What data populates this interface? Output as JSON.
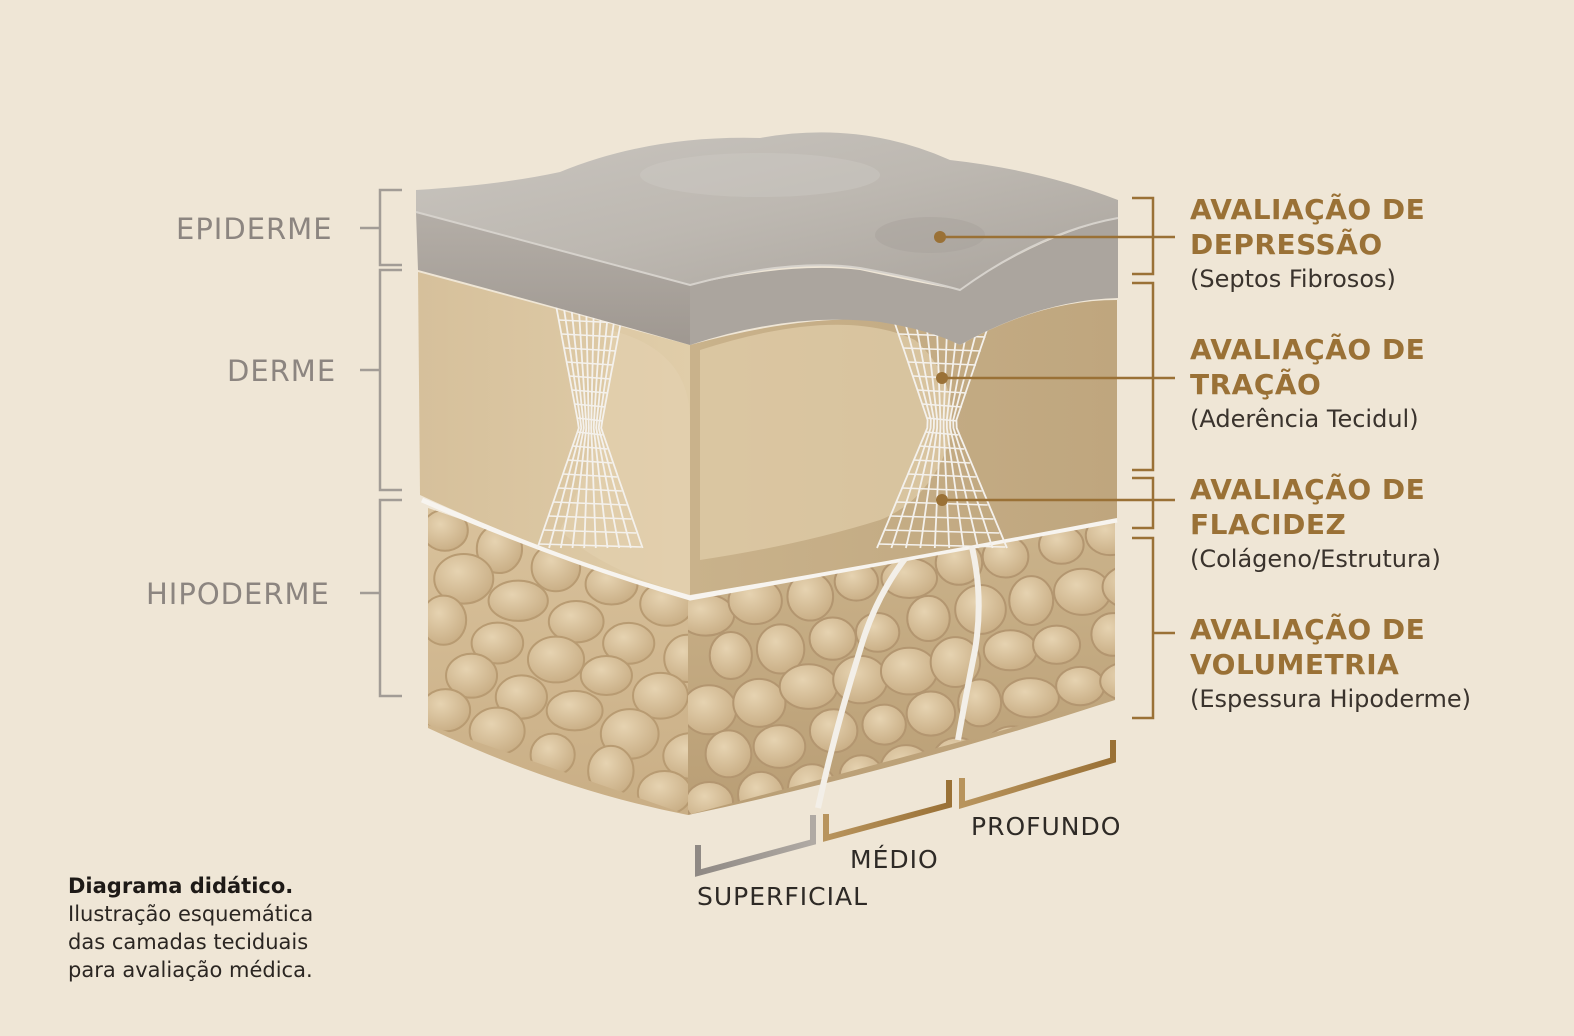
{
  "layers": {
    "epiderme": "EPIDERME",
    "derme": "DERME",
    "hipoderme": "HIPODERME"
  },
  "evaluations": [
    {
      "title_line1": "AVALIAÇÃO DE",
      "title_line2": "DEPRESSÃO",
      "subtitle": "(Septos Fibrosos)"
    },
    {
      "title_line1": "AVALIAÇÃO DE",
      "title_line2": "TRAÇÃO",
      "subtitle": "(Aderência Tecidul)"
    },
    {
      "title_line1": "AVALIAÇÃO DE",
      "title_line2": "FLACIDEZ",
      "subtitle": "(Colágeno/Estrutura)"
    },
    {
      "title_line1": "AVALIAÇÃO DE",
      "title_line2": "VOLUMETRIA",
      "subtitle": "(Espessura Hipoderme)"
    }
  ],
  "depths": {
    "superficial": "SUPERFICIAL",
    "medio": "MÉDIO",
    "profundo": "PROFUNDO"
  },
  "caption": {
    "title": "Diagrama didático.",
    "line1": "Ilustração esquemática",
    "line2": "das camadas teciduais",
    "line3": "para avaliação médica."
  },
  "colors": {
    "background": "#efe6d6",
    "accent_gold": "#9a7136",
    "bracket_gray": "#a29c96",
    "epidermis": "#b5b0aa",
    "dermis": "#dcc7a2",
    "hypodermis": "#d8c09a",
    "septa": "#f4f1ec"
  }
}
